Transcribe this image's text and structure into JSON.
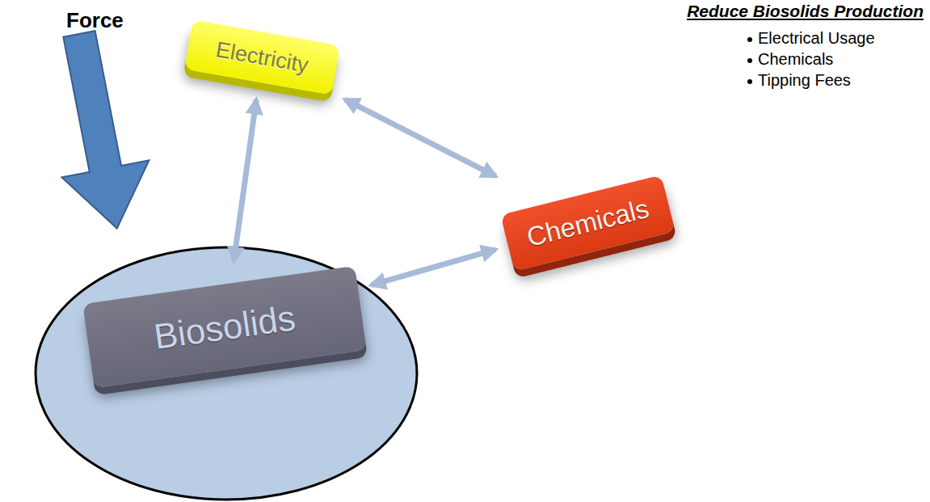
{
  "diagram": {
    "nodes": [
      {
        "text": [
          "Electricity"
        ]
      },
      {
        "text": [
          "Chemicals"
        ]
      },
      {
        "text": [
          "Biosolids"
        ]
      }
    ],
    "edges": [
      {
        "from": 0,
        "to": 2,
        "arrow": "both"
      },
      {
        "from": 0,
        "to": 1,
        "arrow": "both"
      },
      {
        "from": 2,
        "to": 1,
        "arrow": "both"
      }
    ],
    "labels": [
      "Force",
      "Reduce Biosolids Production",
      "Electrical Usage",
      "Chemicals",
      "Tipping Fees"
    ]
  }
}
